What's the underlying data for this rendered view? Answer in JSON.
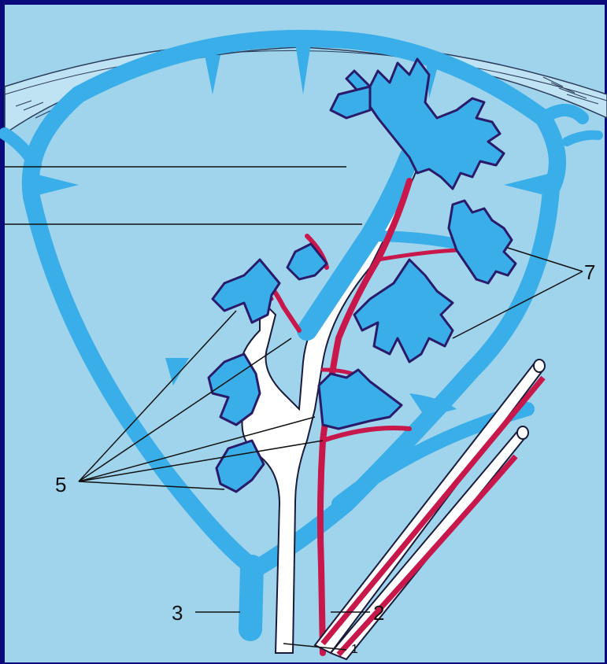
{
  "labels": {
    "one": "1",
    "two": "2",
    "three": "3",
    "five": "5",
    "seven": "7"
  },
  "colors": {
    "frame": "#0a0a7a",
    "paper": "#9fd4ec",
    "vein": "#3aaee8",
    "artery": "#c8174a",
    "outline": "#1a1a3a",
    "villus_outline": "#2a1a6a"
  }
}
